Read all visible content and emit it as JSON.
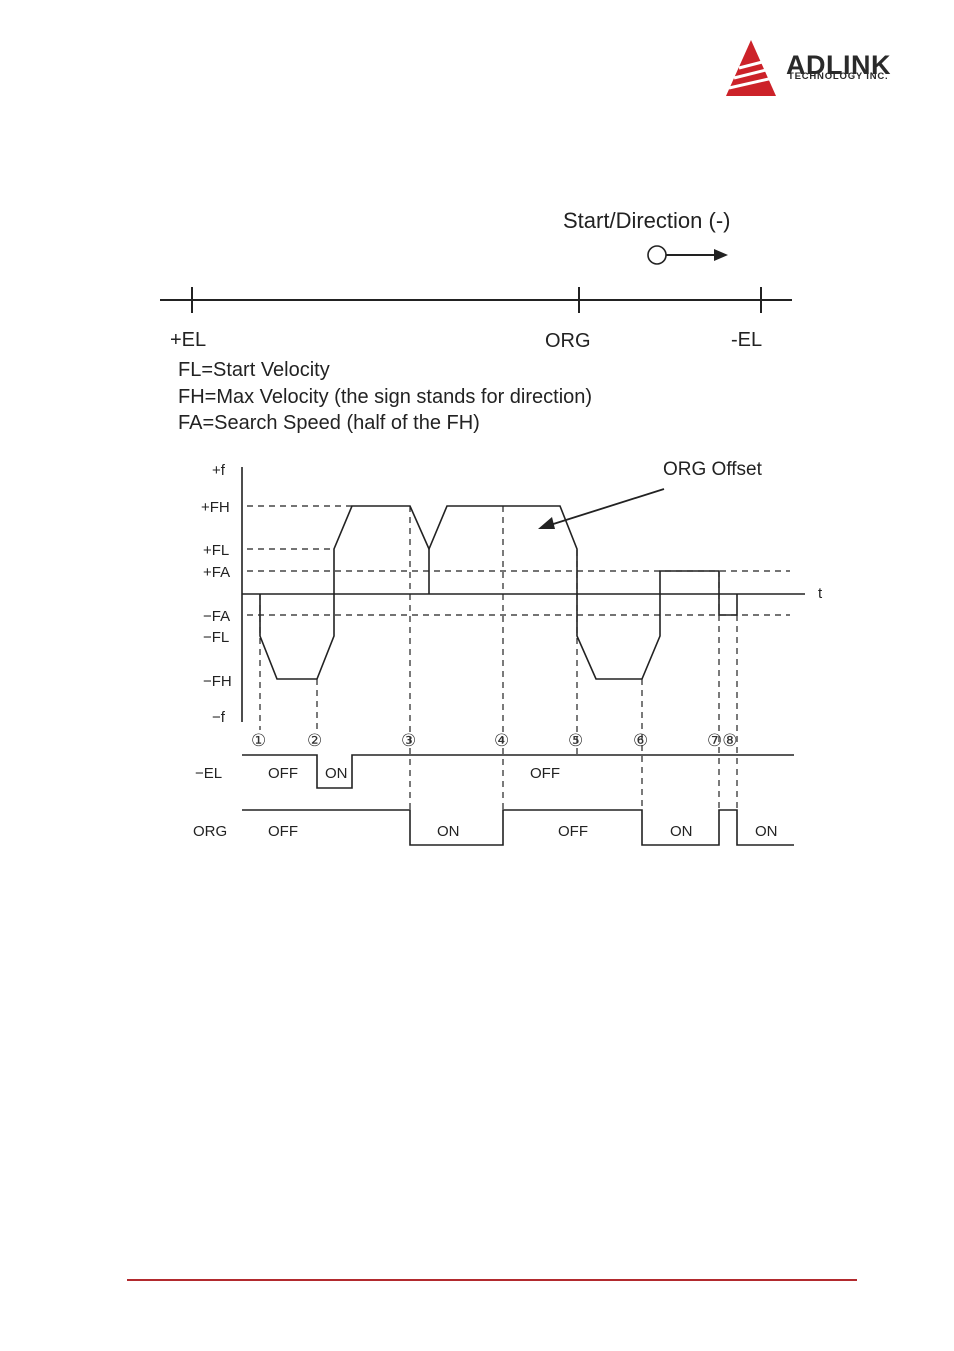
{
  "header": {
    "brand_name": "ADLINK",
    "brand_sub": "TECHNOLOGY INC.",
    "brand_color": "#cc2229"
  },
  "diagram": {
    "start_direction_label": "Start/Direction (-)",
    "axis_labels": {
      "plus_el": "+EL",
      "org": "ORG",
      "minus_el": "-EL"
    },
    "legend": [
      "FL=Start Velocity",
      "FH=Max Velocity (the sign stands for direction)",
      "FA=Search Speed (half of the FH)"
    ],
    "y_ticks": {
      "plus_f": "+f",
      "plus_fh": "+FH",
      "plus_fl": "+FL",
      "plus_fa": "+FA",
      "minus_fa": "−FA",
      "minus_fl": "−FL",
      "minus_fh": "−FH",
      "minus_f": "−f"
    },
    "t_label": "t",
    "org_offset_label": "ORG Offset",
    "events": [
      "①",
      "②",
      "③",
      "④",
      "⑤",
      "⑥",
      "⑦⑧"
    ],
    "el_signal": {
      "name": "−EL",
      "states": [
        "OFF",
        "ON",
        "OFF"
      ]
    },
    "org_signal": {
      "name": "ORG",
      "states": [
        "OFF",
        "ON",
        "OFF",
        "ON",
        "ON"
      ]
    }
  }
}
